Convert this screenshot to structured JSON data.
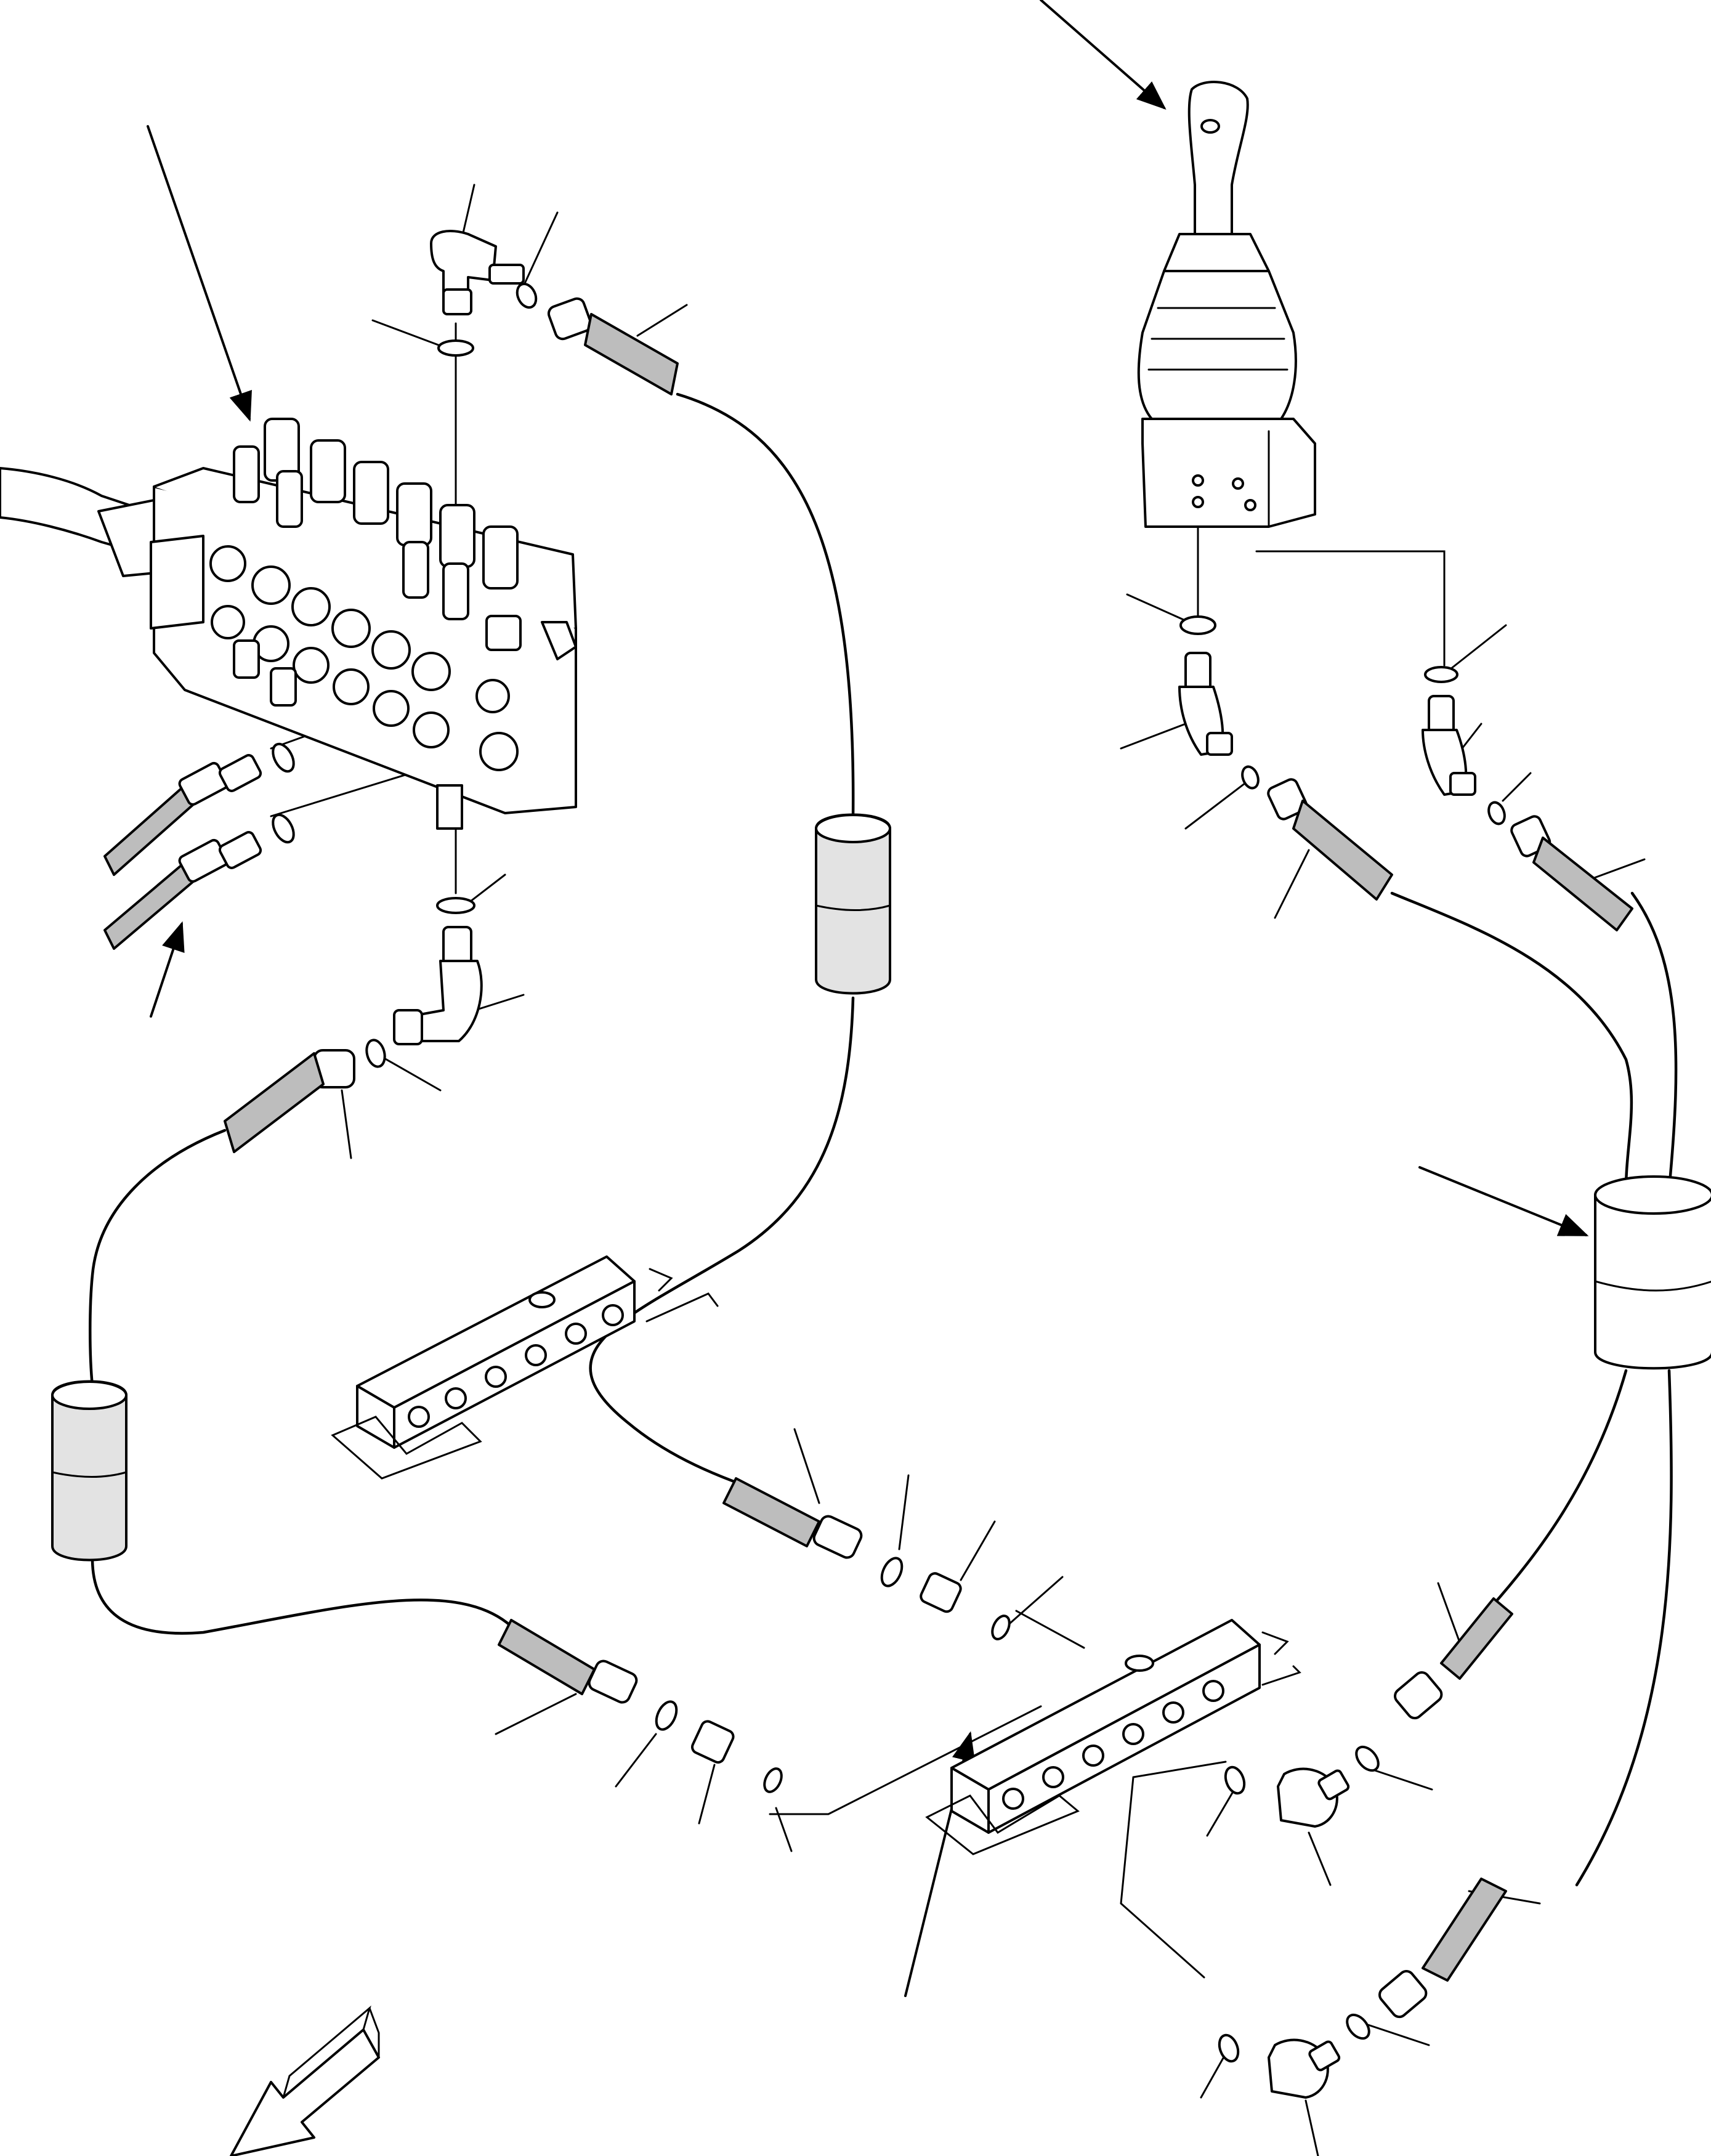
{
  "diagram": {
    "description_labels": [],
    "parts": {
      "control_valve": "control-valve",
      "joystick": "joystick",
      "manifold_upper": "manifold-block",
      "manifold_lower": "manifold-block",
      "hose_sleeves": 3,
      "direction_arrow": "front-direction-arrow"
    }
  }
}
